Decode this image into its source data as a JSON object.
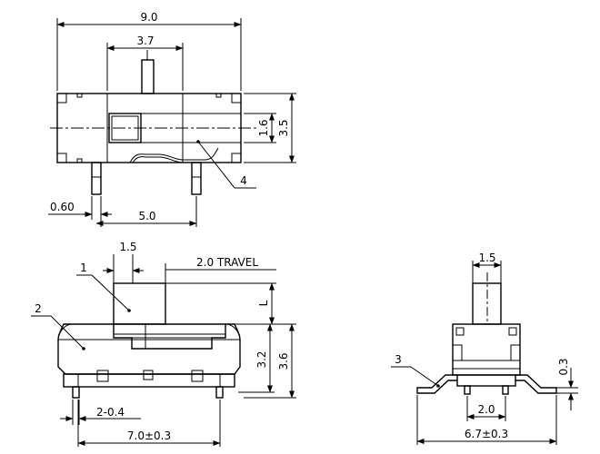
{
  "top_view": {
    "width_label": "9.0",
    "actuator_width_label": "3.7",
    "actuator_height_label": "1.6",
    "height_label": "3.5",
    "pin_width_label": "0.60",
    "pin_pitch_label": "5.0",
    "callout_label": "4"
  },
  "front_view": {
    "knob_width_label": "1.5",
    "travel_label": "2.0 TRAVEL",
    "knob_height_label": "L",
    "body_height_label": "3.2",
    "total_height_label": "3.6",
    "pin_label": "2-0.4",
    "width_label": "7.0±0.3",
    "callout_1": "1",
    "callout_2": "2"
  },
  "side_view": {
    "knob_width_label": "1.5",
    "tab_thickness_label": "0.3",
    "pin_pitch_label": "2.0",
    "width_label": "6.7±0.3",
    "callout_label": "3"
  }
}
